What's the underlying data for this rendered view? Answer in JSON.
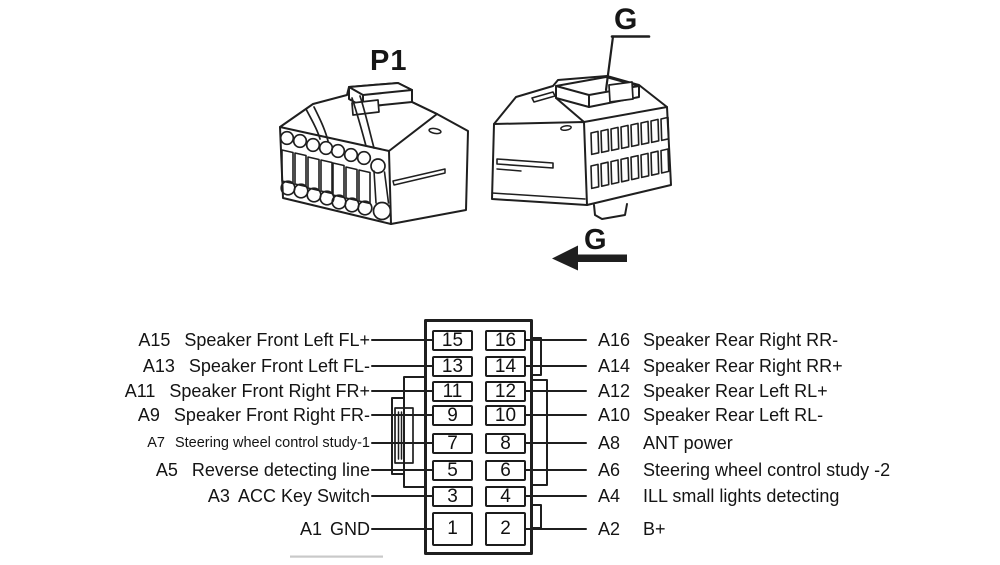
{
  "figure": {
    "p1_label": "P1",
    "g_callout_label": "G",
    "g_direction_label": "G"
  },
  "pinout": {
    "rows": [
      {
        "left_code": "A15",
        "left_desc": "Speaker Front Left FL+",
        "left_pin": "15",
        "right_pin": "16",
        "right_code": "A16",
        "right_desc": "Speaker Rear Right RR-"
      },
      {
        "left_code": "A13",
        "left_desc": "Speaker Front Left FL-",
        "left_pin": "13",
        "right_pin": "14",
        "right_code": "A14",
        "right_desc": "Speaker Rear Right RR+"
      },
      {
        "left_code": "A11",
        "left_desc": "Speaker Front Right FR+",
        "left_pin": "11",
        "right_pin": "12",
        "right_code": "A12",
        "right_desc": "Speaker Rear Left RL+"
      },
      {
        "left_code": "A9",
        "left_desc": "Speaker Front Right FR-",
        "left_pin": "9",
        "right_pin": "10",
        "right_code": "A10",
        "right_desc": "Speaker Rear Left RL-"
      },
      {
        "left_code": "A7",
        "left_desc": "Steering wheel control study-1",
        "left_pin": "7",
        "right_pin": "8",
        "right_code": "A8",
        "right_desc": "ANT power"
      },
      {
        "left_code": "A5",
        "left_desc": "Reverse detecting line",
        "left_pin": "5",
        "right_pin": "6",
        "right_code": "A6",
        "right_desc": "Steering wheel control study -2"
      },
      {
        "left_code": "A3",
        "left_desc": "ACC Key Switch",
        "left_pin": "3",
        "right_pin": "4",
        "right_code": "A4",
        "right_desc": "ILL small lights detecting"
      },
      {
        "left_code": "A1",
        "left_desc": "GND",
        "left_pin": "1",
        "right_pin": "2",
        "right_code": "A2",
        "right_desc": "B+"
      }
    ]
  },
  "colors": {
    "line": "#1f1f1f",
    "text": "#111111",
    "background": "#ffffff"
  }
}
